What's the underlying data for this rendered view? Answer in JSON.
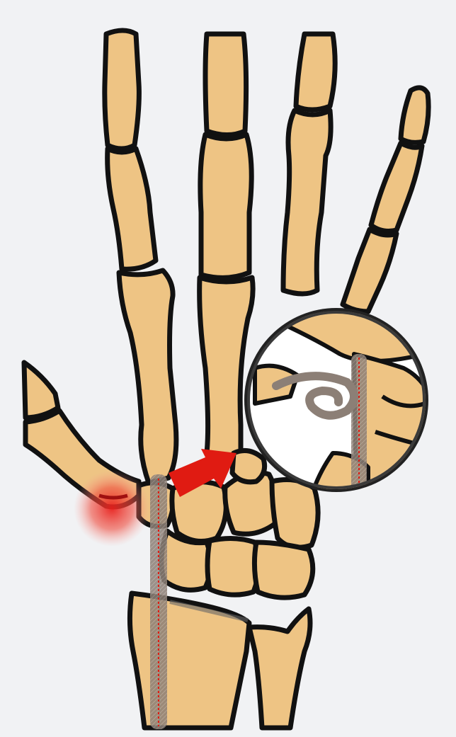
{
  "illustration": {
    "subject": "hand-skeleton-palmar-view",
    "labels": [],
    "colors": {
      "background": "#f1f2f4",
      "bone_fill": "#eec484",
      "bone_outline": "#111111",
      "pain_glow": "#e8201c",
      "arrow": "#e01b12",
      "tendon": "#8c7f76",
      "tendon_core": "#e01b12",
      "magnifier_fill": "#ffffff",
      "magnifier_rim": "#222222"
    },
    "icons": [
      "inflammation-glow",
      "direction-arrow-icon",
      "magnifier-lens"
    ]
  }
}
